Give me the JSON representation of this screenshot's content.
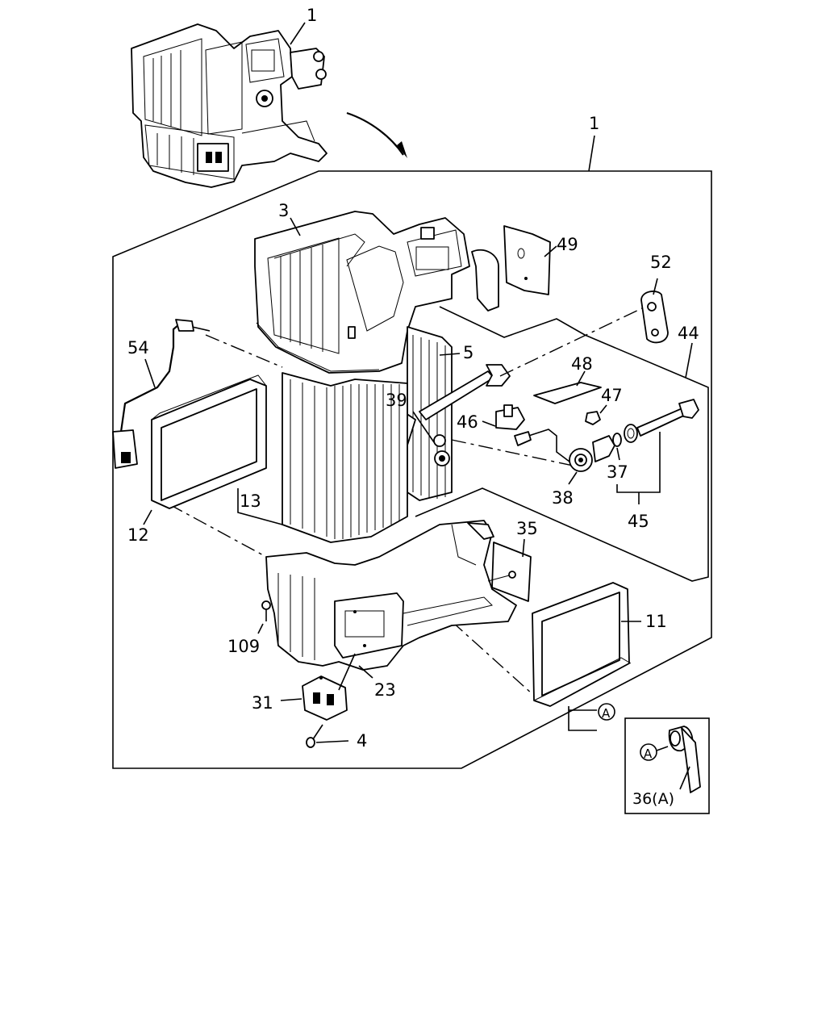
{
  "callouts": {
    "c1_top": "1",
    "c1_main": "1",
    "c3": "3",
    "c4": "4",
    "c5": "5",
    "c11": "11",
    "c12": "12",
    "c13": "13",
    "c23": "23",
    "c31": "31",
    "c35": "35",
    "c37": "37",
    "c38": "38",
    "c39": "39",
    "c44": "44",
    "c45": "45",
    "c46": "46",
    "c47": "47",
    "c48": "48",
    "c49": "49",
    "c52": "52",
    "c54": "54",
    "c109": "109",
    "ref_a_main": "A",
    "ref_a_inset": "A",
    "c36a": "36(A)"
  }
}
